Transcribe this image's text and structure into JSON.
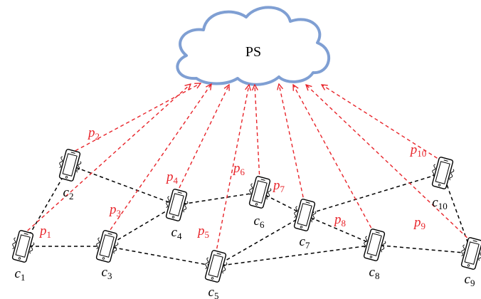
{
  "server": {
    "label": "PS"
  },
  "colors": {
    "cloud_stroke": "#7f9fd3",
    "peer_link": "#000000",
    "upload_link": "#e8242a",
    "upload_label": "#e8242a"
  },
  "icons": {
    "client": "smartphone-icon",
    "server": "cloud-icon"
  },
  "clients": [
    {
      "id": "c1",
      "letter": "c",
      "sub": "1"
    },
    {
      "id": "c2",
      "letter": "c",
      "sub": "2"
    },
    {
      "id": "c3",
      "letter": "c",
      "sub": "3"
    },
    {
      "id": "c4",
      "letter": "c",
      "sub": "4"
    },
    {
      "id": "c5",
      "letter": "c",
      "sub": "5"
    },
    {
      "id": "c6",
      "letter": "c",
      "sub": "6"
    },
    {
      "id": "c7",
      "letter": "c",
      "sub": "7"
    },
    {
      "id": "c8",
      "letter": "c",
      "sub": "8"
    },
    {
      "id": "c9",
      "letter": "c",
      "sub": "9"
    },
    {
      "id": "c10",
      "letter": "c",
      "sub": "10"
    }
  ],
  "uploads": [
    {
      "from": "c1",
      "letter": "p",
      "sub": "1"
    },
    {
      "from": "c2",
      "letter": "p",
      "sub": "2"
    },
    {
      "from": "c3",
      "letter": "p",
      "sub": "3"
    },
    {
      "from": "c4",
      "letter": "p",
      "sub": "4"
    },
    {
      "from": "c5",
      "letter": "p",
      "sub": "5"
    },
    {
      "from": "c6",
      "letter": "p",
      "sub": "6"
    },
    {
      "from": "c7",
      "letter": "p",
      "sub": "7"
    },
    {
      "from": "c8",
      "letter": "p",
      "sub": "8"
    },
    {
      "from": "c9",
      "letter": "p",
      "sub": "9"
    },
    {
      "from": "c10",
      "letter": "p",
      "sub": "10"
    }
  ],
  "peer_links": [
    [
      "c1",
      "c2"
    ],
    [
      "c1",
      "c3"
    ],
    [
      "c2",
      "c4"
    ],
    [
      "c3",
      "c4"
    ],
    [
      "c3",
      "c5"
    ],
    [
      "c4",
      "c6"
    ],
    [
      "c6",
      "c7"
    ],
    [
      "c5",
      "c7"
    ],
    [
      "c5",
      "c8"
    ],
    [
      "c7",
      "c8"
    ],
    [
      "c7",
      "c10"
    ],
    [
      "c8",
      "c9"
    ],
    [
      "c10",
      "c9"
    ]
  ]
}
